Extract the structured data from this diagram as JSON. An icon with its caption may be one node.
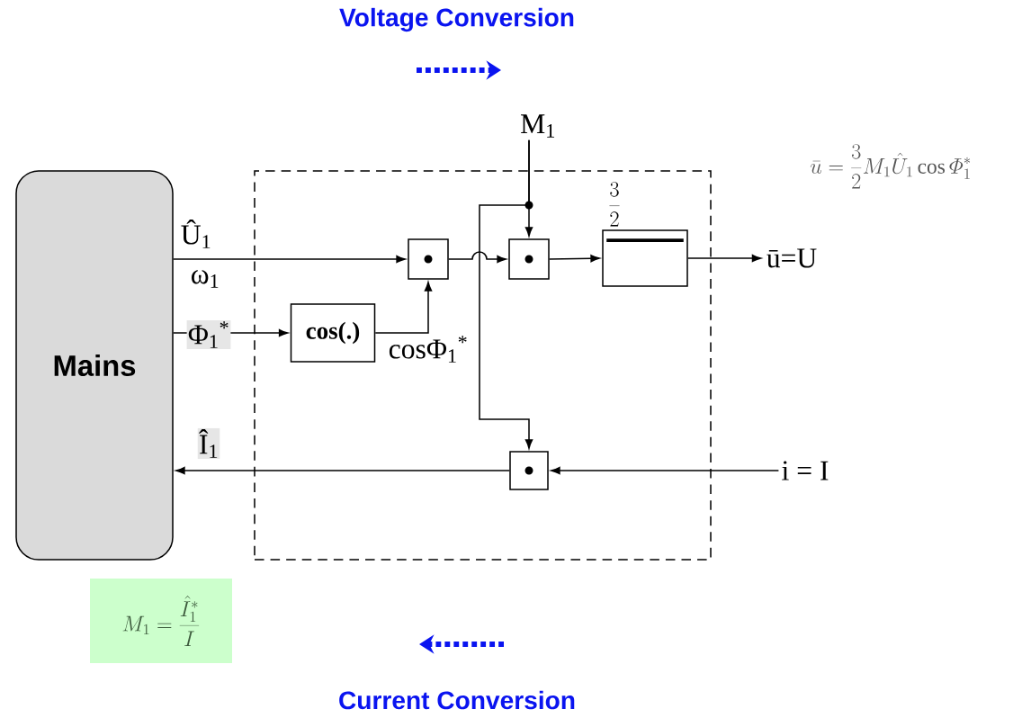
{
  "diagram": {
    "nodes": [
      {
        "text": [
          "Mains"
        ]
      },
      {
        "text": [],
        "shape": "box"
      },
      {
        "text": [],
        "shape": "box",
        "in": 1
      },
      {
        "text": [
          "cos(.)"
        ],
        "in": 1
      },
      {
        "text": [],
        "shape": "box",
        "in": 1
      },
      {
        "text": [
          "\\frac{3}{2}"
        ],
        "in": 1
      },
      {
        "text": [],
        "shape": "box",
        "in": 1
      },
      {
        "text": [
          "M$_{1}$"
        ]
      },
      {
        "text": [
          "ū=U"
        ]
      },
      {
        "text": [
          "i = I"
        ]
      },
      {
        "text": [
          "M_1 = \\frac{\\hat{I}_1^*}{I}"
        ]
      }
    ],
    "edges": [
      {
        "from": 0,
        "to": 2,
        "arrow": "to",
        "label": "Û$_{1}$"
      },
      {
        "from": 0,
        "to": 3,
        "arrow": "to",
        "label": "Φ$_{1}$$^{*}$"
      },
      {
        "from": 3,
        "to": 2,
        "arrow": "to",
        "label": "cosΦ$_{1}$$^{*}$"
      },
      {
        "from": 2,
        "to": 4,
        "arrow": "to"
      },
      {
        "from": 7,
        "to": 4,
        "arrow": "to"
      },
      {
        "from": 7,
        "to": 6,
        "arrow": "to"
      },
      {
        "from": 4,
        "to": 5,
        "arrow": "to"
      },
      {
        "from": 5,
        "to": 8,
        "arrow": "to"
      },
      {
        "from": 9,
        "to": 6,
        "arrow": "to"
      },
      {
        "from": 6,
        "to": 0,
        "arrow": "to",
        "label": "Î$_{1}$"
      }
    ],
    "labels": [
      "Voltage Conversion",
      "ω$_{1}$",
      "\\bar{u} = \\frac{3}{2}M_1\\hat{U}_1\\cos\\mathnormal{\\Phi}_1^*",
      "Current Conversion"
    ]
  }
}
